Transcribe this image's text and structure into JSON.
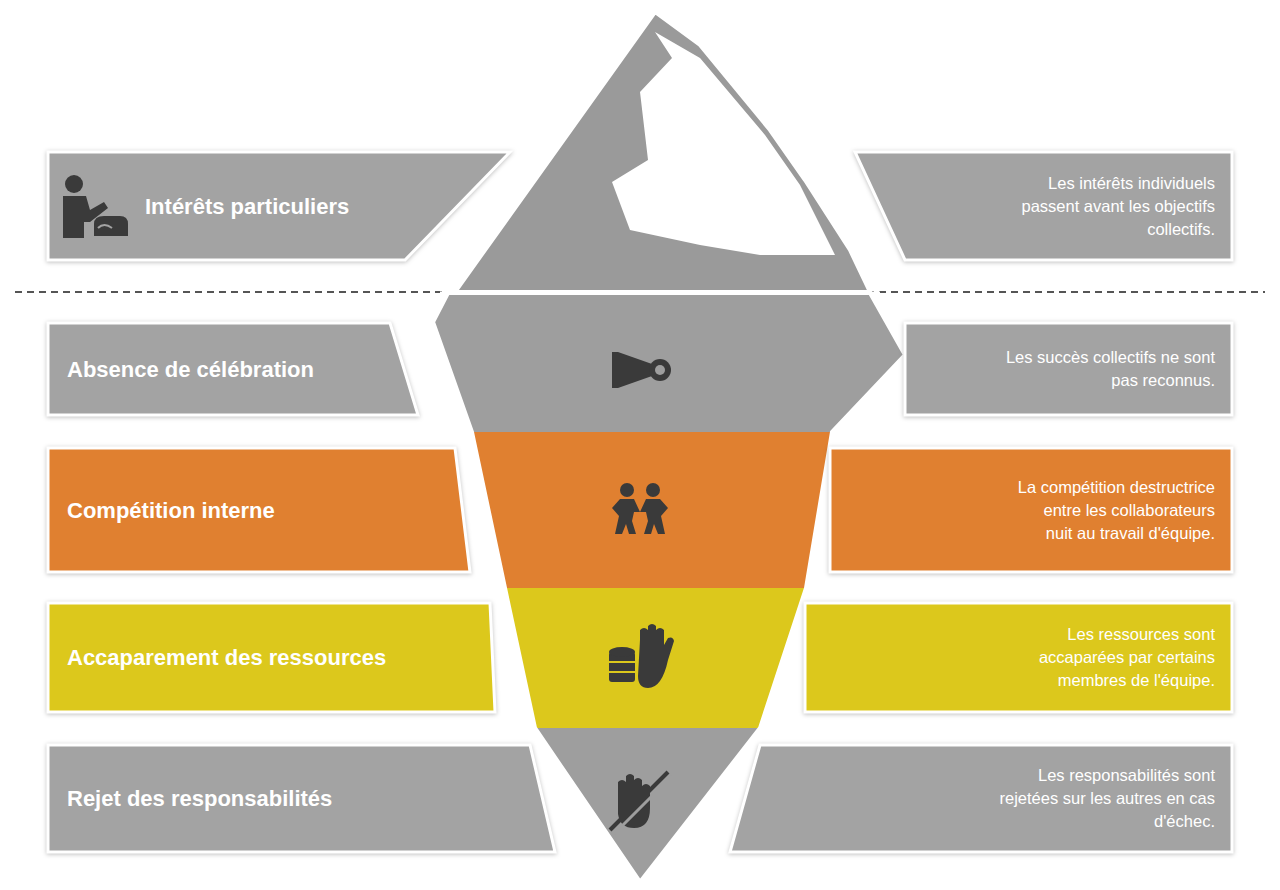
{
  "diagram": {
    "nodes": [
      {
        "text": [
          "Intérêts particuliers"
        ]
      },
      {
        "text": [
          "Les intérêts individuels passent avant les objectifs collectifs."
        ]
      },
      {
        "text": [
          "Absence de célébration"
        ]
      },
      {
        "text": [
          "Les succès collectifs ne sont pas reconnus."
        ]
      },
      {
        "text": [
          "Compétition interne"
        ]
      },
      {
        "text": [
          "La compétition destructrice entre les collaborateurs nuit au travail d'équipe."
        ]
      },
      {
        "text": [
          "Accaparement des ressources"
        ]
      },
      {
        "text": [
          "Les ressources sont accaparées par certains membres de l'équipe."
        ]
      },
      {
        "text": [
          "Rejet des responsabilités"
        ]
      },
      {
        "text": [
          "Les responsabilités sont rejetées sur les autres en cas d'échec."
        ]
      }
    ]
  }
}
